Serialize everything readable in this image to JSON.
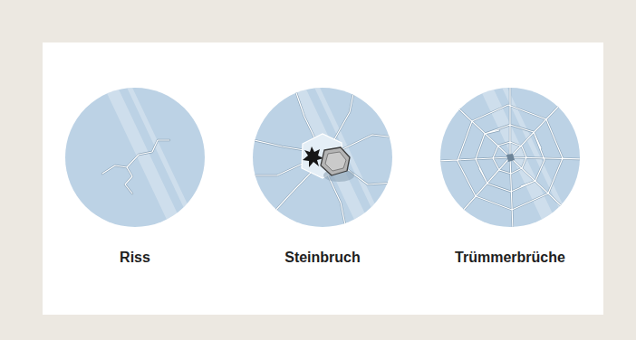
{
  "diagram": {
    "labels": [
      "Riss",
      "Steinbruch",
      "Trümmerbrüche"
    ]
  }
}
